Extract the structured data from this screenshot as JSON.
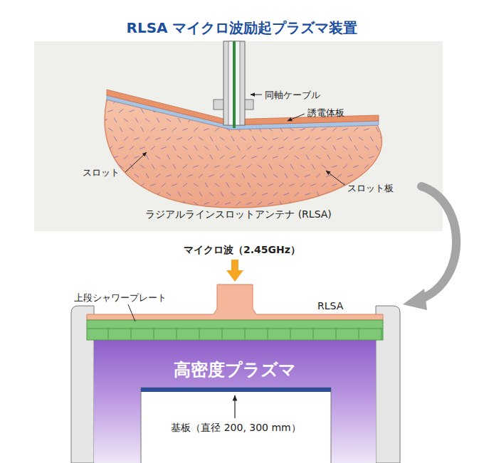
{
  "diagram": {
    "title": "RLSA マイクロ波励起プラズマ装置",
    "nodes": [
      {
        "text": [
          "ラジアルラインスロットアンテナ (RLSA)"
        ]
      },
      {
        "text": [
          "高密度プラズマ"
        ]
      },
      {
        "text": [
          "基板（直径 200, 300 mm）"
        ],
        "in": 1
      }
    ],
    "labels": [
      "同軸ケーブル",
      "誘電体板",
      "スロット",
      "スロット板",
      "マイクロ波（2.45GHz）",
      "上段シャワープレート",
      "RLSA"
    ]
  }
}
